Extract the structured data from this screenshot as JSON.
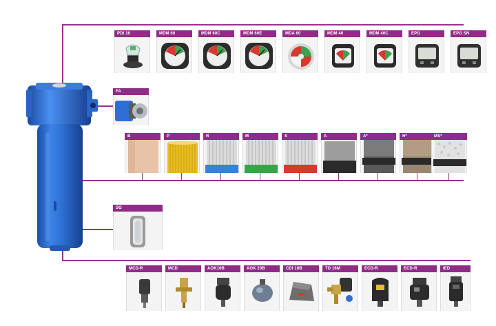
{
  "filter": {
    "label": ""
  },
  "gauges": [
    {
      "label": "PDI 16"
    },
    {
      "label": "MDM 60"
    },
    {
      "label": "MDM 60C"
    },
    {
      "label": "MDM 60E"
    },
    {
      "label": "MDA 60"
    },
    {
      "label": "MDM 40"
    },
    {
      "label": "MDM 40C"
    },
    {
      "label": "EPG"
    },
    {
      "label": "EPG SN"
    }
  ],
  "fa": {
    "label": "FA"
  },
  "elements": [
    {
      "label": "B"
    },
    {
      "label": "P"
    },
    {
      "label": "R"
    },
    {
      "label": "M"
    },
    {
      "label": "S"
    },
    {
      "label": "A"
    },
    {
      "label": "A*"
    },
    {
      "label": "H*"
    },
    {
      "label": "MS*"
    }
  ],
  "sightglass": {
    "label": "SG"
  },
  "drains": [
    {
      "label": "MCD-R"
    },
    {
      "label": "MCD"
    },
    {
      "label": "AOK16B"
    },
    {
      "label": "AOK 20B"
    },
    {
      "label": "CDI 16B"
    },
    {
      "label": "TD 16M"
    },
    {
      "label": "ECD-R"
    },
    {
      "label": "ECD-R"
    },
    {
      "label": "IED"
    }
  ],
  "colors": {
    "accent": "#8e2d87",
    "filter_blue": "#2e6fd0"
  }
}
